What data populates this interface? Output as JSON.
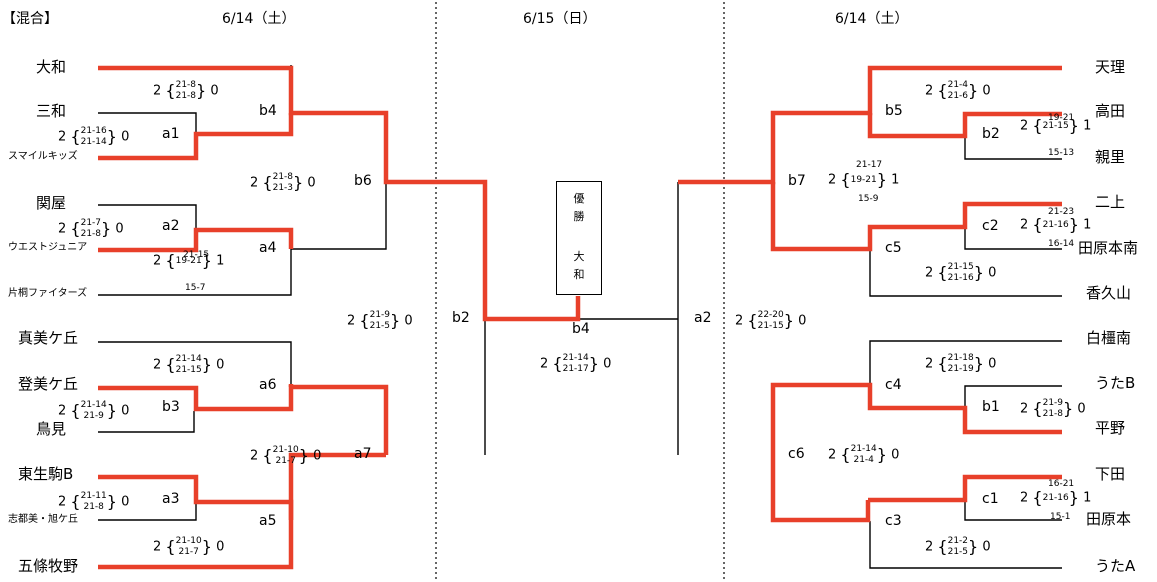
{
  "header": {
    "category": "【混合】",
    "day_left": "6/14（土）",
    "day_center": "6/15（日）",
    "day_right": "6/14（土）"
  },
  "champion": {
    "c1": "優",
    "c2": "勝",
    "c3": "大",
    "c4": "和"
  },
  "colors": {
    "winner_line": "#e8402a",
    "line": "#000000",
    "divider": "#000000"
  },
  "teams": {
    "yamato": "大和",
    "sanwa": "三和",
    "smile": "スマイルキッズ",
    "sekiya": "関屋",
    "west": "ウエストジュニア",
    "katagiri": "片桐ファイターズ",
    "mami": "真美ケ丘",
    "tomi": "登美ケ丘",
    "tomimi": "鳥見",
    "higashi": "東生駒B",
    "shitomi": "志都美・旭ケ丘",
    "gojo": "五條牧野",
    "tenri": "天理",
    "takada": "高田",
    "shinri": "親里",
    "nijo": "二上",
    "tawara_minami": "田原本南",
    "kagu": "香久山",
    "shirakashi": "白橿南",
    "utab": "うたB",
    "hirano": "平野",
    "shimoda": "下田",
    "tawaramoto": "田原本",
    "utaa": "うたA"
  },
  "matches": {
    "a1": "a1",
    "a2": "a2",
    "a3": "a3",
    "b3": "b3",
    "a4": "a4",
    "a5": "a5",
    "a6": "a6",
    "a7": "a7",
    "b4": "b4",
    "b6": "b6",
    "b2": "b2",
    "b4f": "b4",
    "a2f": "a2",
    "b5": "b5",
    "b2r": "b2",
    "b7": "b7",
    "c2": "c2",
    "c5": "c5",
    "c4": "c4",
    "b1": "b1",
    "c6": "c6",
    "c1": "c1",
    "c3": "c3"
  },
  "scores": {
    "yamato_sanwa": {
      "w": "2",
      "s1": "21-8",
      "s2": "21-8",
      "l": "0"
    },
    "a1": {
      "w": "2",
      "s1": "21-16",
      "s2": "21-14",
      "l": "0"
    },
    "b6": {
      "w": "2",
      "s1": "21-8",
      "s2": "21-3",
      "l": "0"
    },
    "a2": {
      "w": "2",
      "s1": "21-7",
      "s2": "21-8",
      "l": "0"
    },
    "a4": {
      "w": "2",
      "s1": "21-15",
      "s2": "19-21",
      "s3": "15-7",
      "l": "1"
    },
    "b2": {
      "w": "2",
      "s1": "21-9",
      "s2": "21-5",
      "l": "0"
    },
    "a6": {
      "w": "2",
      "s1": "21-14",
      "s2": "21-15",
      "l": "0"
    },
    "b3": {
      "w": "2",
      "s1": "21-14",
      "s2": "21-9",
      "l": "0"
    },
    "a7": {
      "w": "2",
      "s1": "21-10",
      "s2": "21-7",
      "l": "0"
    },
    "a3": {
      "w": "2",
      "s1": "21-11",
      "s2": "21-8",
      "l": "0"
    },
    "a5": {
      "w": "2",
      "s1": "21-10",
      "s2": "21-7",
      "l": "0"
    },
    "final": {
      "w": "2",
      "s1": "21-14",
      "s2": "21-17",
      "l": "0"
    },
    "a2r": {
      "w": "2",
      "s1": "22-20",
      "s2": "21-15",
      "l": "0"
    },
    "b5": {
      "w": "2",
      "s1": "21-4",
      "s2": "21-6",
      "l": "0"
    },
    "b2r": {
      "w": "2",
      "s1": "19-21",
      "s2": "21-15",
      "s3": "15-13",
      "l": "1"
    },
    "b7": {
      "w": "2",
      "s1": "21-17",
      "s2": "19-21",
      "s3": "15-9",
      "l": "1"
    },
    "c2": {
      "w": "2",
      "s1": "21-23",
      "s2": "21-16",
      "s3": "16-14",
      "l": "1"
    },
    "c5": {
      "w": "2",
      "s1": "21-15",
      "s2": "21-16",
      "l": "0"
    },
    "c4": {
      "w": "2",
      "s1": "21-18",
      "s2": "21-19",
      "l": "0"
    },
    "b1": {
      "w": "2",
      "s1": "21-9",
      "s2": "21-8",
      "l": "0"
    },
    "c6": {
      "w": "2",
      "s1": "21-14",
      "s2": "21-4",
      "l": "0"
    },
    "c1": {
      "w": "2",
      "s1": "16-21",
      "s2": "21-16",
      "s3": "15-1",
      "l": "1"
    },
    "c3": {
      "w": "2",
      "s1": "21-2",
      "s2": "21-5",
      "l": "0"
    }
  }
}
